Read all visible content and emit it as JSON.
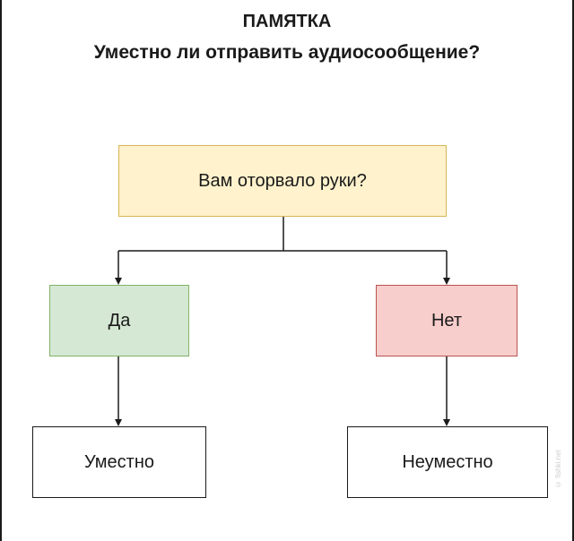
{
  "header": {
    "title": "ПАМЯТКА",
    "subtitle": "Уместно ли отправить аудиосообщение?"
  },
  "nodes": {
    "question": "Вам оторвало руки?",
    "yes": "Да",
    "no": "Нет",
    "appropriate": "Уместно",
    "inappropriate": "Неуместно"
  },
  "colors": {
    "question_fill": "#fff2cc",
    "question_border": "#d6b656",
    "yes_fill": "#d5e8d4",
    "yes_border": "#82b366",
    "no_fill": "#f8cecc",
    "no_border": "#b85450",
    "line": "#1a1a1a"
  },
  "watermark": "© fishki.net"
}
